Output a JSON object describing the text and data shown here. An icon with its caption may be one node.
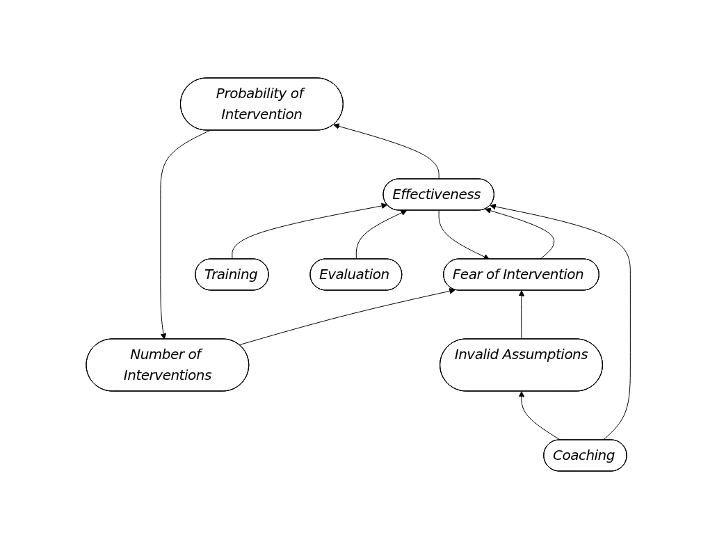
{
  "diagram": {
    "nodes": [
      {
        "text": [
          "Number of Interventions"
        ]
      },
      {
        "text": [
          "Probability of Intervention"
        ]
      },
      {
        "text": [
          "Fear of Intervention"
        ]
      },
      {
        "text": [
          "Invalid Assumptions"
        ]
      },
      {
        "text": [
          "Effectiveness"
        ]
      },
      {
        "text": [
          "Training"
        ]
      },
      {
        "text": [
          "Evaluation"
        ]
      },
      {
        "text": [
          "Coaching"
        ]
      }
    ],
    "edges": [
      {
        "from": 1,
        "to": 0,
        "arrow": "to"
      },
      {
        "from": 0,
        "to": 2,
        "arrow": "to"
      },
      {
        "from": 4,
        "to": 1,
        "arrow": "to"
      },
      {
        "from": 4,
        "to": 2,
        "arrow": "to"
      },
      {
        "from": 2,
        "to": 4,
        "arrow": "to"
      },
      {
        "from": 3,
        "to": 2,
        "arrow": "to"
      },
      {
        "from": 5,
        "to": 4,
        "arrow": "to"
      },
      {
        "from": 6,
        "to": 4,
        "arrow": "to"
      },
      {
        "from": 7,
        "to": 4,
        "arrow": "to"
      },
      {
        "from": 7,
        "to": 3,
        "arrow": "to"
      }
    ]
  }
}
